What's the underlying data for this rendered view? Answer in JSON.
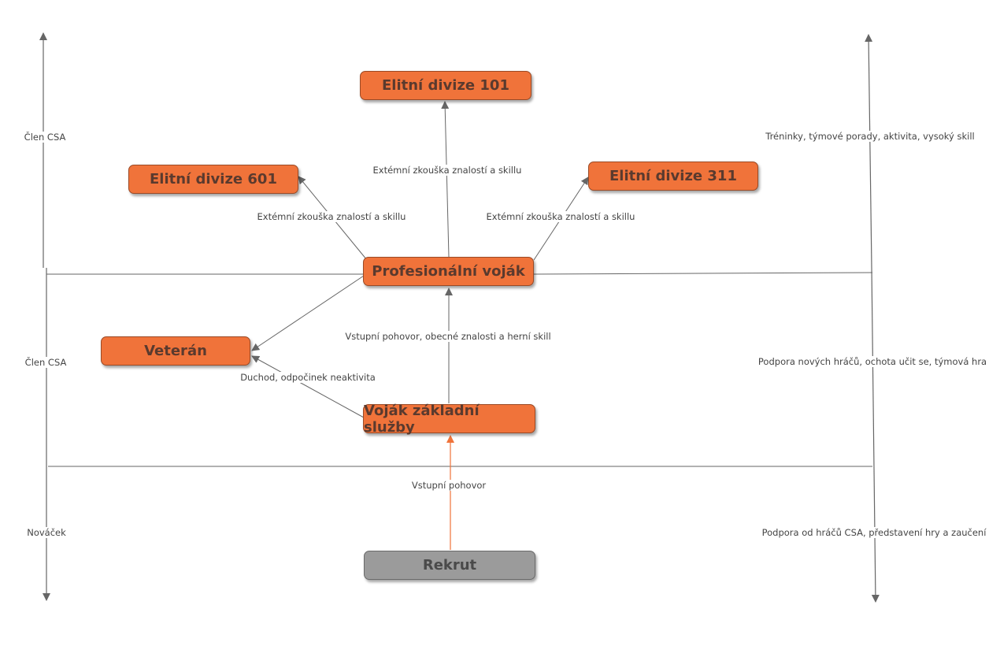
{
  "nodes": {
    "elite101": "Elitní divize 101",
    "elite601": "Elitní divize 601",
    "elite311": "Elitní divize 311",
    "pro": "Profesionální voják",
    "veteran": "Veterán",
    "basic": "Voják základní služby",
    "recruit": "Rekrut"
  },
  "edges": {
    "to101": "Extémní zkouška znalostí a skillu",
    "to601": "Extémní zkouška znalostí a skillu",
    "to311": "Extémní zkouška znalostí a skillu",
    "toPro": "Vstupní pohovor, obecné znalosti a herní skill",
    "toVeteran": "Duchod, odpočinek neaktivita",
    "toBasic": "Vstupní pohovor"
  },
  "left_axis": {
    "top": "Člen CSA",
    "middle": "Člen CSA",
    "bottom": "Nováček"
  },
  "right_axis": {
    "top": "Tréninky, týmové porady, aktivita, vysoký skill",
    "middle": "Podpora nových hráčů, ochota učit se, týmová hra",
    "bottom": "Podpora od hráčů CSA, představení hry a zaučení"
  },
  "colors": {
    "node_fill": "#f0733a",
    "recruit_fill": "#9b9b9b",
    "line": "#666666",
    "highlight_edge": "#f0733a"
  }
}
